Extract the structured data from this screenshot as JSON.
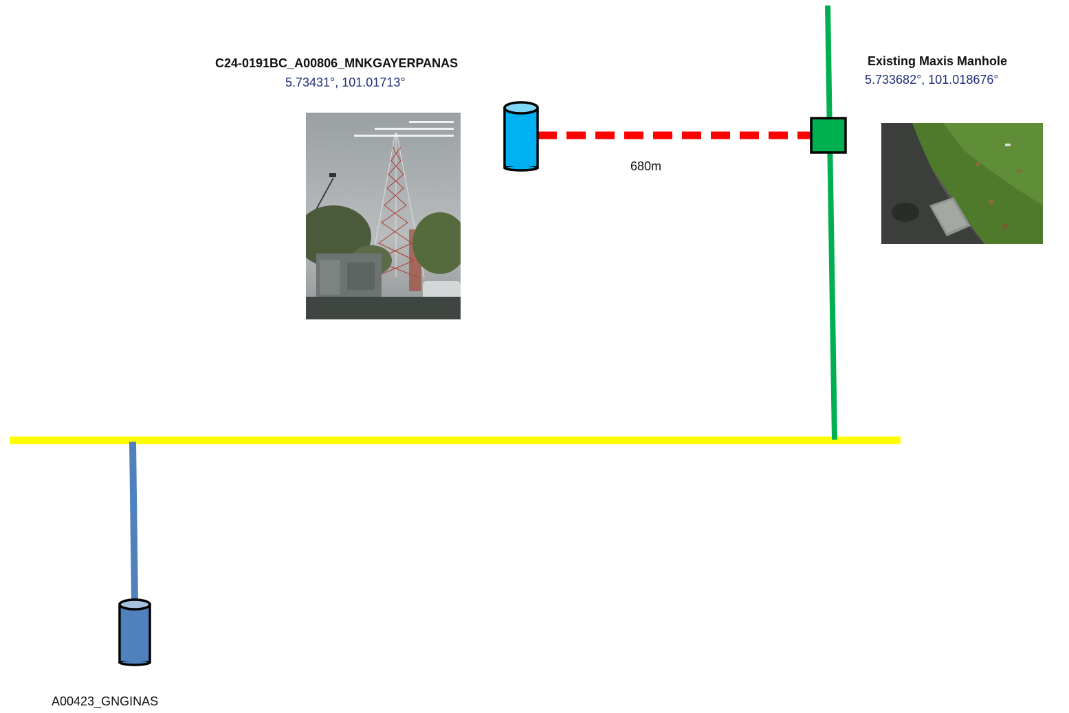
{
  "site": {
    "name": "C24-0191BC_A00806_MNKGAYERPANAS",
    "coords": "5.73431°, 101.01713°",
    "photo_icon": "tower-photo"
  },
  "manhole": {
    "name": "Existing Maxis Manhole",
    "coords": "5.733682°, 101.018676°",
    "photo_icon": "manhole-photo"
  },
  "link": {
    "distance": "680m"
  },
  "remote_site": {
    "name": "A00423_GNGINAS"
  },
  "colors": {
    "road_yellow": "#ffff00",
    "maxis_route_green": "#00b050",
    "proposed_route_red": "#ff0000",
    "site_cylinder_cyan": "#00b0f0",
    "remote_cylinder_blue": "#4f81bd",
    "coords_text": "#1f2f7a"
  }
}
